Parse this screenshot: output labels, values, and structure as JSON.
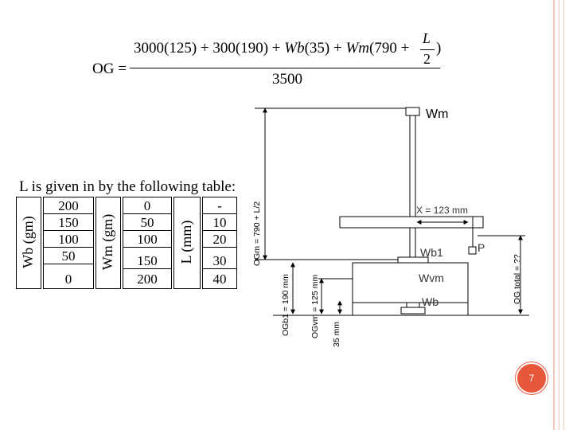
{
  "formula": {
    "lhs": "OG =",
    "numerator_part1": "3000(125) + 300(190) + ",
    "wb": "Wb",
    "numerator_part2": "(35) + ",
    "wm": "Wm",
    "numerator_part3": "(790 + ",
    "frac_top": "L",
    "frac_bottom": "2",
    "numerator_close": ")",
    "denominator": "3500"
  },
  "table": {
    "caption": "L is given in by the following table:",
    "col_wb_label": "Wb (gm)",
    "col_wm_label": "Wm (gm)",
    "col_l_label": "L (mm)",
    "wb_values": [
      "200",
      "150",
      "100",
      "50",
      "0"
    ],
    "wm_values": [
      "0",
      "50",
      "100",
      "150",
      "200"
    ],
    "l_values": [
      "-",
      "10",
      "20",
      "30",
      "40"
    ]
  },
  "diagram": {
    "wm_label": "Wm",
    "x_label": "X =  123 mm",
    "wb1_label": "Wb1",
    "p_label": "P",
    "wvm_label": "Wvm",
    "wb_label": "Wb",
    "og_m_label": "OGm = 790 + L/2",
    "og_total_label": "OG total = ??",
    "og_b1_label": "OGb1 = 190 mm",
    "og_vm_label": "OGvm = 125 mm",
    "mm35_label": "35 mm"
  },
  "page_number": "7"
}
